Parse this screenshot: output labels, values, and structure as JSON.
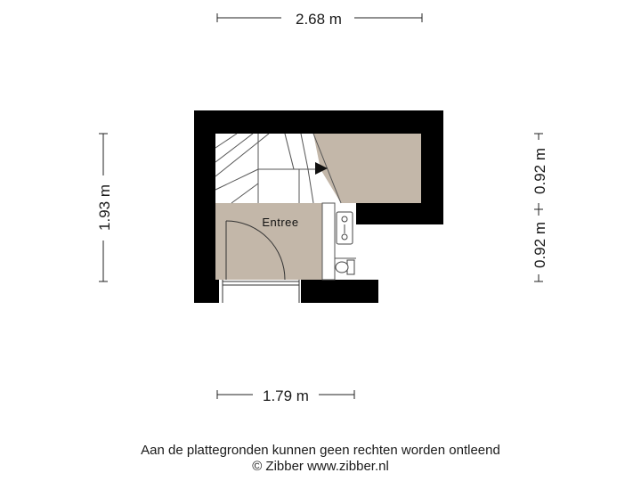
{
  "dimensions": {
    "top_width": "2.68 m",
    "bottom_width": "1.79 m",
    "left_height": "1.93 m",
    "right_upper": "0.92 m",
    "right_lower": "0.92 m"
  },
  "rooms": {
    "entrance": "Entree"
  },
  "footer": {
    "disclaimer": "Aan de plattegronden kunnen geen rechten worden ontleend",
    "copyright": "© Zibber www.zibber.nl"
  },
  "colors": {
    "wall": "#000000",
    "floor": "#c3b7a9",
    "stair_lines": "#555555"
  }
}
